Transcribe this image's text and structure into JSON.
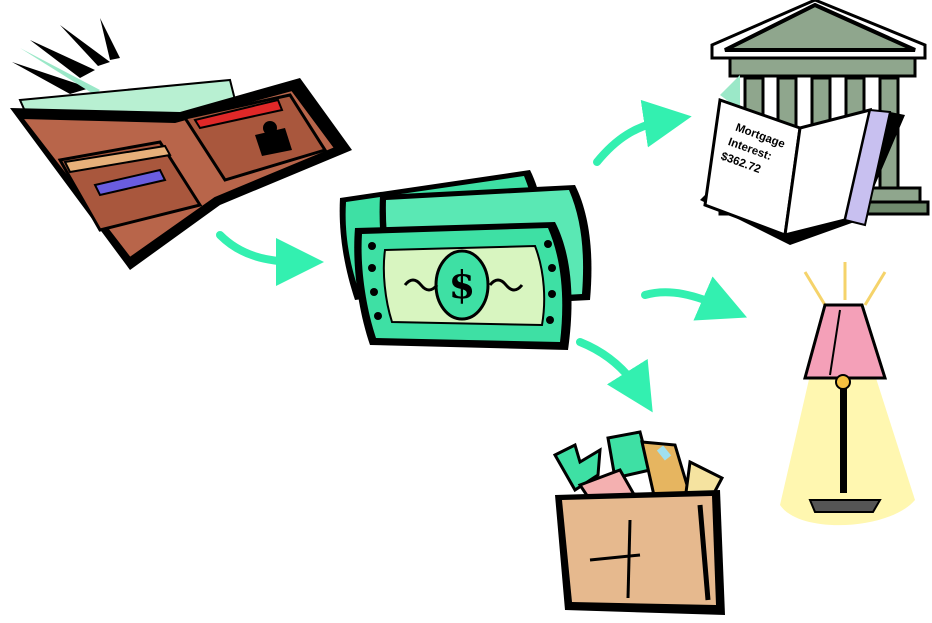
{
  "diagram": {
    "nodes": [
      {
        "id": "wallet",
        "icon": "wallet-icon"
      },
      {
        "id": "money",
        "icon": "dollar-bills-icon"
      },
      {
        "id": "bank",
        "icon": "bank-building-icon"
      },
      {
        "id": "ledger",
        "icon": "open-book-icon"
      },
      {
        "id": "lamp",
        "icon": "floor-lamp-icon"
      },
      {
        "id": "groceries",
        "icon": "grocery-bag-icon"
      }
    ],
    "edges": [
      {
        "from": "wallet",
        "to": "money"
      },
      {
        "from": "money",
        "to": "bank"
      },
      {
        "from": "money",
        "to": "lamp"
      },
      {
        "from": "money",
        "to": "groceries"
      }
    ]
  },
  "ledger": {
    "line1": "Mortgage",
    "line2": "Interest:",
    "line3": "$362.72"
  },
  "colors": {
    "arrow": "#33f0b0",
    "money": "#3ee0a4",
    "wallet": "#b8654a",
    "bank": "#8fa68d",
    "lamp_shade": "#f4a0b8",
    "lamp_glow": "#fff7b0",
    "bag": "#e6b98e"
  }
}
